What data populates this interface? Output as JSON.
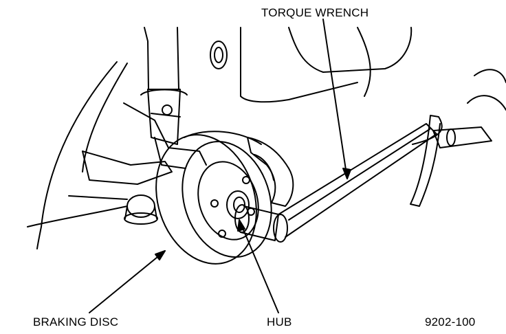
{
  "labels": {
    "torque_wrench": "TORQUE WRENCH",
    "braking_disc": "BRAKING DISC",
    "hub": "HUB",
    "figure_number": "9202-100"
  }
}
